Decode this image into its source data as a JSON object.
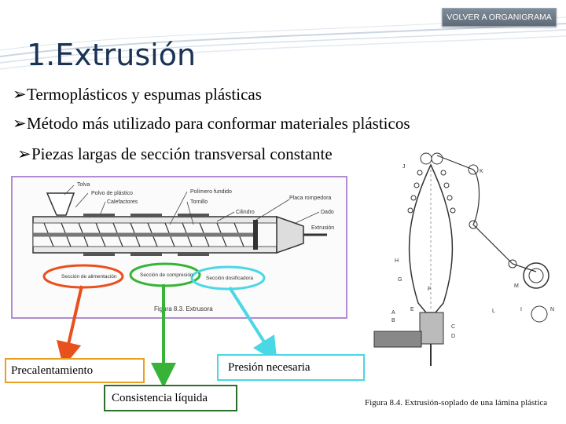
{
  "nav": {
    "button_label": "VOLVER A ORGANIGRAMA"
  },
  "slide": {
    "title": "1.Extrusión",
    "bullets": [
      "Termoplásticos y espumas plásticas",
      "Método más utilizado para conformar materiales plásticos"
    ],
    "bullet3": "Piezas largas de sección transversal constante"
  },
  "figure_extrusora": {
    "labels": {
      "tolva": "Tolva",
      "polvo": "Polvo de plástico",
      "calefactores": "Calefactores",
      "polimero": "Polímero fundido",
      "tornillo": "Tornillo",
      "cilindro": "Cilindro",
      "placa": "Placa rompedora",
      "dado": "Dado",
      "extrusion": "Extrusión",
      "sec_alim": "Sección de alimentación",
      "sec_comp": "Sección de compresión",
      "sec_dos": "Sección dosificadora"
    },
    "caption": "Figura 8.3. Extrusora"
  },
  "figure_soplado": {
    "caption": "Figura 8.4. Extrusión-soplado de una lámina plástica",
    "letters": [
      "J",
      "K",
      "H",
      "G",
      "F",
      "E",
      "A",
      "B",
      "C",
      "D",
      "L",
      "M",
      "I",
      "N"
    ]
  },
  "annotations": {
    "precalentamiento": "Precalentamiento",
    "consistencia": "Consistencia líquida",
    "presion": "Presión necesaria"
  },
  "colors": {
    "title": "#1a3355",
    "arrow_red": "#e8501e",
    "arrow_green": "#37b437",
    "arrow_cyan": "#4ad7e6",
    "frame_purple": "#b18ccf"
  },
  "icons": {
    "bullet": "arrow-bullet-icon"
  }
}
